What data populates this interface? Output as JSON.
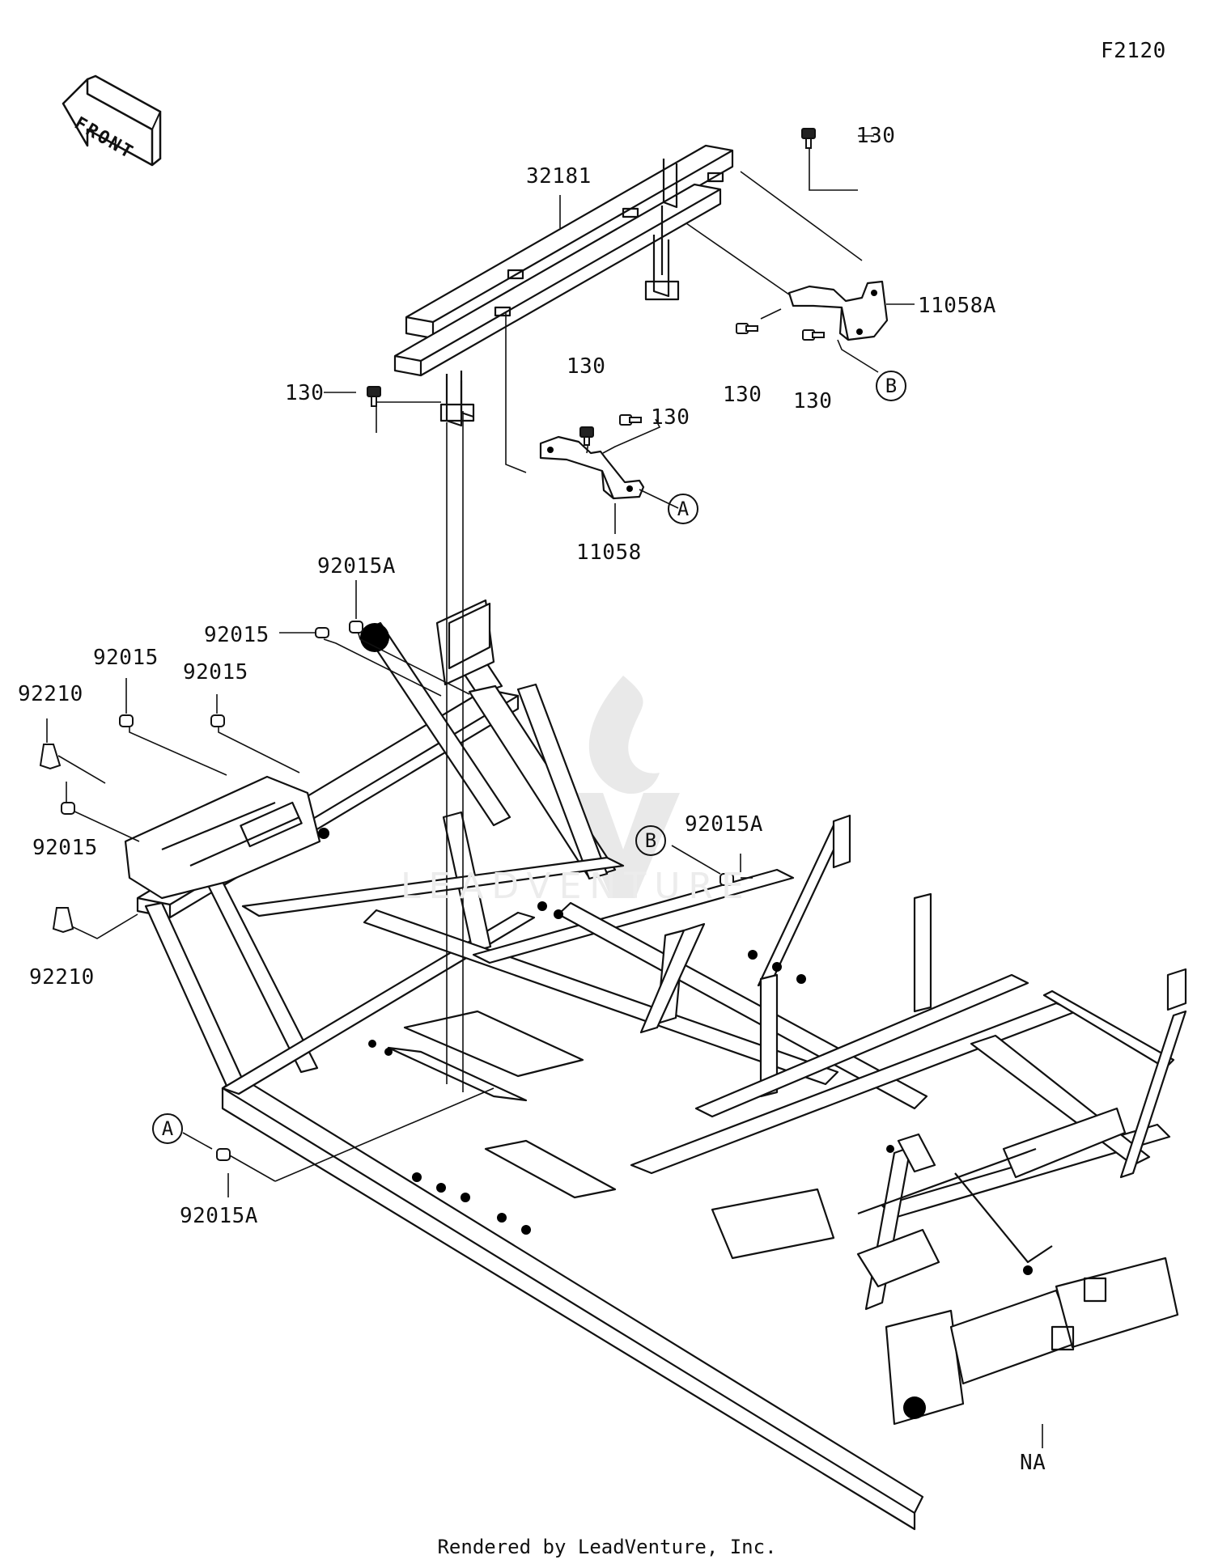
{
  "diagram_code": "F2120",
  "front_arrow": {
    "text": "FRONT",
    "icon": "front-arrow-icon"
  },
  "footer": "Rendered by LeadVenture, Inc.",
  "watermark": {
    "text": "LEADVENTURE",
    "icon": "leadventure-flame-logo"
  },
  "callouts": {
    "a_top": "A",
    "b_top": "B",
    "b_mid": "B",
    "a_bottom": "A"
  },
  "parts": [
    {
      "id": "p32181",
      "label": "32181"
    },
    {
      "id": "p130_tr",
      "label": "130"
    },
    {
      "id": "p11058A",
      "label": "11058A"
    },
    {
      "id": "p130_bl1",
      "label": "130"
    },
    {
      "id": "p130_bl2",
      "label": "130"
    },
    {
      "id": "p130_left",
      "label": "130"
    },
    {
      "id": "p130_mid1",
      "label": "130"
    },
    {
      "id": "p130_mid2",
      "label": "130"
    },
    {
      "id": "p11058",
      "label": "11058"
    },
    {
      "id": "p92015A_top",
      "label": "92015A"
    },
    {
      "id": "p92015_a",
      "label": "92015"
    },
    {
      "id": "p92015_b",
      "label": "92015"
    },
    {
      "id": "p92015_c",
      "label": "92015"
    },
    {
      "id": "p92210_top",
      "label": "92210"
    },
    {
      "id": "p92015_d",
      "label": "92015"
    },
    {
      "id": "p92210_bot",
      "label": "92210"
    },
    {
      "id": "p92015A_mid",
      "label": "92015A"
    },
    {
      "id": "p92015A_bot",
      "label": "92015A"
    },
    {
      "id": "pNA",
      "label": "NA"
    }
  ]
}
